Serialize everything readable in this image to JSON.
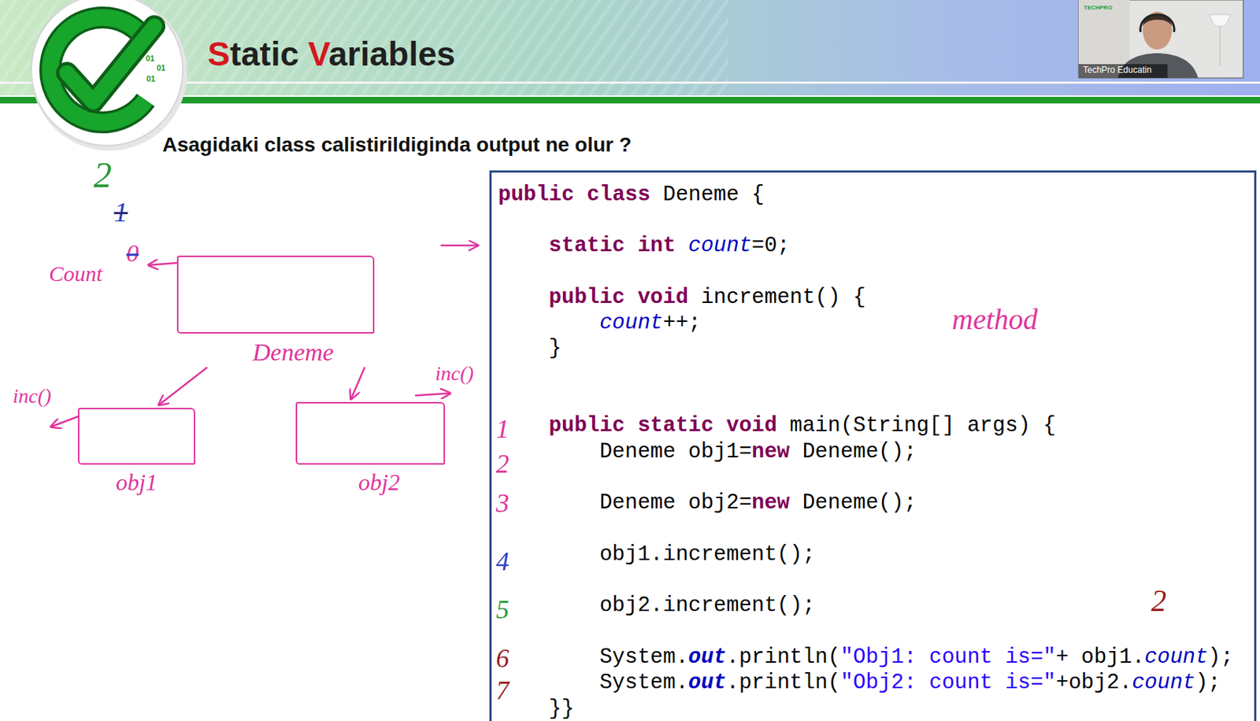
{
  "diagram": {
    "title": "Static Variables",
    "nodes": [
      {
        "text": [
          "Deneme"
        ]
      },
      {
        "text": [
          "obj1"
        ]
      },
      {
        "text": [
          "obj2"
        ]
      },
      {
        "text": [
          "public class Deneme {",
          "static int count=0;",
          "public void increment() {",
          "count++;",
          "}",
          "public static void main(String[] args) {",
          "Deneme obj1=new Deneme();",
          "Deneme obj2=new Deneme();",
          "obj1.increment();",
          "obj2.increment();",
          "System.out.println(\"Obj1: count is=\"+ obj1.count);",
          "System.out.println(\"Obj2: count is=\"+obj2.count);",
          "}}"
        ]
      }
    ],
    "edges": [
      {
        "from": 0,
        "to": 1,
        "arrow": "to"
      },
      {
        "from": 0,
        "to": 2,
        "arrow": "to"
      }
    ],
    "labels": [
      "Asagidaki class calistirildiginda output ne olur ?",
      "Count",
      "0",
      "1",
      "2",
      "inc()",
      "inc()",
      "method",
      "1",
      "2",
      "3",
      "4",
      "5",
      "6",
      "7",
      "2",
      "01",
      "01",
      "01",
      "TechPro Educatin",
      "TECHPRO"
    ]
  }
}
